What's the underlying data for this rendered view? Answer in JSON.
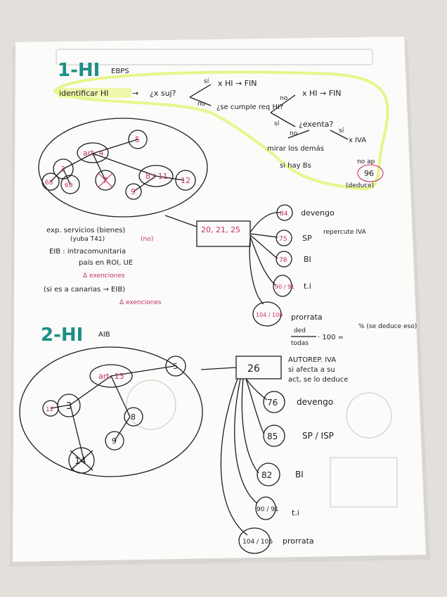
{
  "hi1": {
    "title": "1-HI",
    "subtitle": "EBPS",
    "identificar": "identificar HI",
    "arrow1": "→",
    "question_subj": "¿x suj?",
    "si": "sí",
    "no": "no",
    "x_hi_fin": "x HI → FIN",
    "cumple_req": "¿se cumple req HI?",
    "no2": "no",
    "x_hi_fin2": "x HI → FIN",
    "si2": "sí",
    "exenta": "¿exenta?",
    "no3": "no",
    "si3": "sí",
    "x_iva": "x IVA",
    "mirar": "mirar los demás",
    "si_hay_bs": "si hay Bs",
    "no_ap": "no ap",
    "ded_num": "96",
    "deduce": "(deduce)",
    "tree": {
      "center": "art. 4",
      "n5": "5",
      "n3": "3",
      "n68": "68",
      "n69": "69",
      "n7": "7",
      "n8_11": "8 / 11",
      "n9": "9",
      "n12": "12"
    },
    "box": "20, 21, 25",
    "branches": [
      {
        "num": "84",
        "label": "devengo"
      },
      {
        "num": "75",
        "label": "SP"
      },
      {
        "num": "78",
        "label": "BI"
      },
      {
        "num": "90 / 91",
        "label": "t.i"
      },
      {
        "num": "104 / 106",
        "label": "prorrata"
      }
    ],
    "repercute": "repercute IVA",
    "prorrata_formula_top": "ded",
    "prorrata_formula_bottom": "todas",
    "prorrata_formula_rest": "· 100 =",
    "prorrata_note": "% (se deduce eso)",
    "notes": {
      "exp": "exp. servicios (bienes)",
      "exp2": "(yuba T41)",
      "exp2b": "(no)",
      "eib": "EIB : intracomunitaria",
      "pais": "país en ROI, UE",
      "exenciones": "Δ exenciones",
      "canarias": "(si es a canarias → EIB)",
      "exenciones2": "Δ exenciones"
    }
  },
  "hi2": {
    "title": "2-HI",
    "subtitle": "AIB",
    "tree": {
      "center": "art. 13",
      "n5": "5",
      "n3": "3",
      "n12": "12",
      "n8": "8",
      "n9": "9",
      "n14": "14"
    },
    "box": "26",
    "autorep": "AUTOREP. IVA",
    "autorep2": "si afecta a su",
    "autorep3": "act, se lo deduce",
    "branches": [
      {
        "num": "76",
        "label": "devengo"
      },
      {
        "num": "85",
        "label": "SP / ISP"
      },
      {
        "num": "82",
        "label": "BI"
      },
      {
        "num": "90 / 91",
        "label": "t.i"
      },
      {
        "num": "104 / 106",
        "label": "prorrata"
      }
    ]
  },
  "colors": {
    "ink": "#1c1c24",
    "pink": "#c42f6a",
    "teal": "#1d8f86",
    "highlight": "#e8f58a",
    "paper": "#fbfbfa"
  }
}
